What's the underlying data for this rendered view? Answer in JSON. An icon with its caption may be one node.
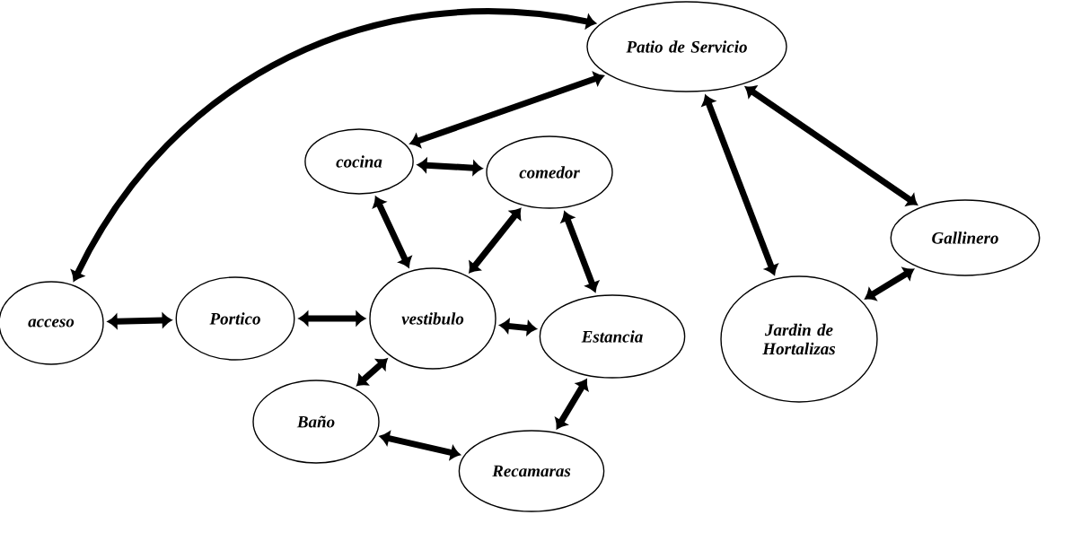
{
  "diagram": {
    "nodes": [
      {
        "text": [
          "Patio de Servicio"
        ]
      },
      {
        "text": [
          "cocina"
        ]
      },
      {
        "text": [
          "comedor"
        ]
      },
      {
        "text": [
          "Gallinero"
        ]
      },
      {
        "text": [
          "acceso"
        ]
      },
      {
        "text": [
          "Portico"
        ]
      },
      {
        "text": [
          "vestibulo"
        ]
      },
      {
        "text": [
          "Estancia"
        ]
      },
      {
        "text": [
          "Jardin de Hortalizas"
        ]
      },
      {
        "text": [
          "Baño"
        ]
      },
      {
        "text": [
          "Recamaras"
        ]
      }
    ],
    "edges": [
      {
        "from": 4,
        "to": 0,
        "arrow": "both"
      },
      {
        "from": 0,
        "to": 1,
        "arrow": "both"
      },
      {
        "from": 0,
        "to": 8,
        "arrow": "both"
      },
      {
        "from": 0,
        "to": 3,
        "arrow": "both"
      },
      {
        "from": 1,
        "to": 2,
        "arrow": "both"
      },
      {
        "from": 1,
        "to": 6,
        "arrow": "both"
      },
      {
        "from": 2,
        "to": 6,
        "arrow": "both"
      },
      {
        "from": 2,
        "to": 7,
        "arrow": "both"
      },
      {
        "from": 3,
        "to": 8,
        "arrow": "both"
      },
      {
        "from": 4,
        "to": 5,
        "arrow": "both"
      },
      {
        "from": 5,
        "to": 6,
        "arrow": "both"
      },
      {
        "from": 6,
        "to": 7,
        "arrow": "both"
      },
      {
        "from": 6,
        "to": 9,
        "arrow": "both"
      },
      {
        "from": 7,
        "to": 10,
        "arrow": "both"
      },
      {
        "from": 9,
        "to": 10,
        "arrow": "both"
      }
    ]
  }
}
